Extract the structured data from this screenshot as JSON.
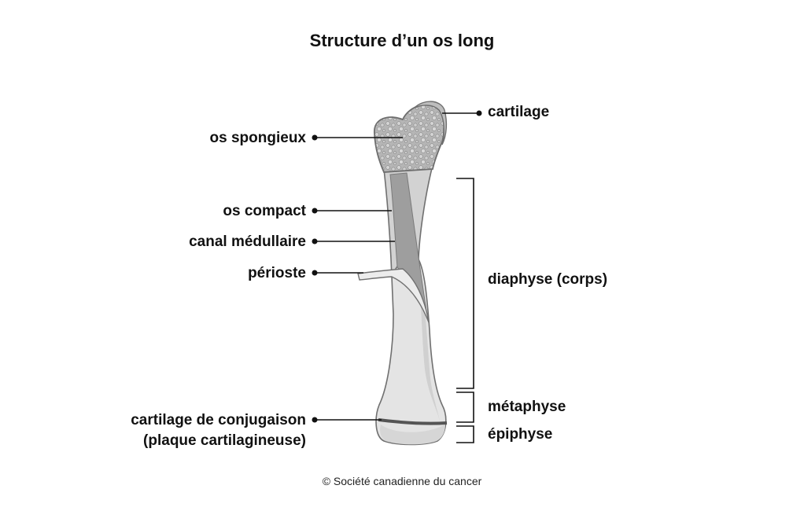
{
  "title": "Structure d’un os long",
  "credit": "© Société canadienne du cancer",
  "labels": {
    "cartilage": "cartilage",
    "os_spongieux": "os spongieux",
    "os_compact": "os compact",
    "canal_medullaire": "canal médullaire",
    "perioste": "périoste",
    "diaphyse": "diaphyse (corps)",
    "metaphyse": "métaphyse",
    "epiphyse": "épiphyse",
    "cartilage_conjugaison_line1": "cartilage de conjugaison",
    "cartilage_conjugaison_line2": "(plaque cartilagineuse)"
  },
  "colors": {
    "bone_light": "#e3e3e3",
    "bone_shadow": "#c9c9c9",
    "spongy": "#b3b3b3",
    "marrow": "#9c9c9c",
    "compact": "#cfcfcf",
    "outline": "#6e6e6e",
    "growth_plate": "#555555"
  }
}
